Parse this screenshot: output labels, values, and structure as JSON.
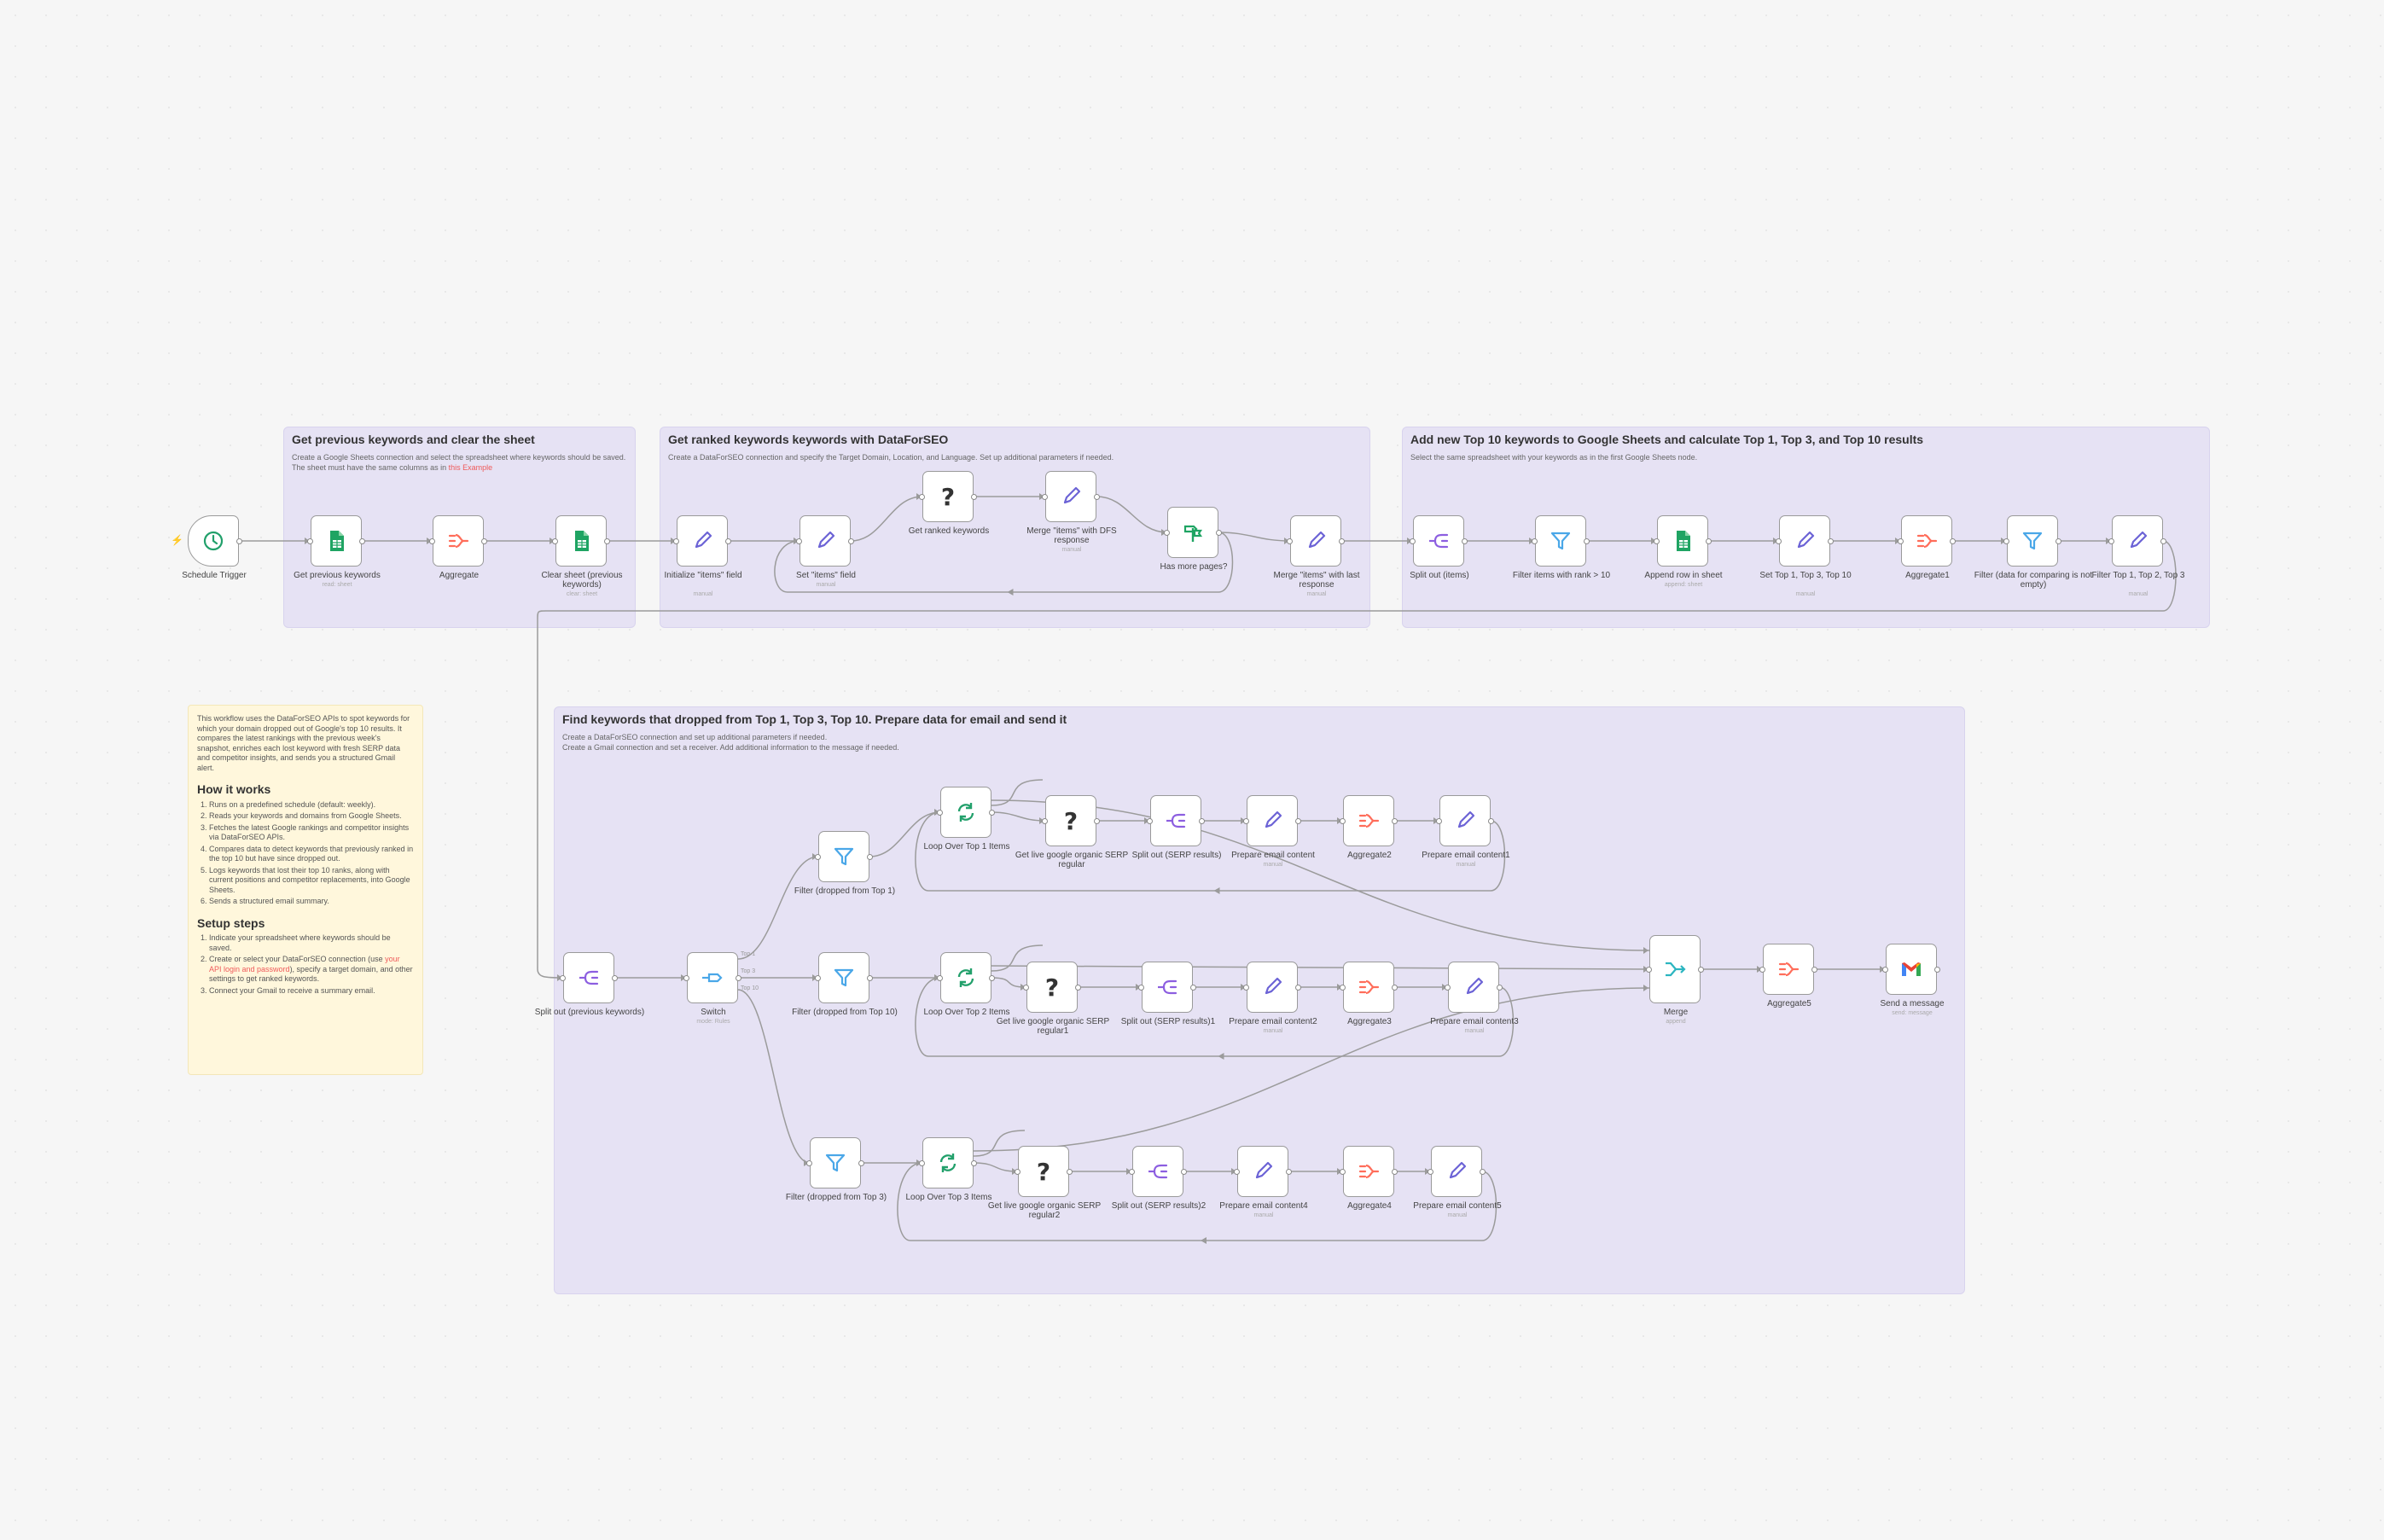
{
  "groups": [
    {
      "id": "g1",
      "title": "Get previous keywords and clear the sheet",
      "desc": "Create a Google Sheets connection and select the spreadsheet where keywords should be saved. The sheet must have the same columns as in ",
      "desc_link": "this Example"
    },
    {
      "id": "g2",
      "title": "Get ranked keywords keywords with DataForSEO",
      "desc": "Create a DataForSEO connection and specify the Target Domain, Location, and Language. Set up additional parameters if needed.",
      "desc_link": ""
    },
    {
      "id": "g3",
      "title": "Add new Top 10 keywords to Google Sheets and calculate Top 1, Top 3, and Top 10 results",
      "desc": "Select the same spreadsheet with your keywords as in the first Google Sheets node.",
      "desc_link": ""
    },
    {
      "id": "g4",
      "title": "Find keywords that dropped from Top 1, Top 3, Top 10. Prepare data for email and send it",
      "desc": "Create a DataForSEO connection and set up additional parameters if needed.\nCreate a Gmail connection and set a receiver. Add additional information to the message if needed.",
      "desc_link": ""
    }
  ],
  "nodes": [
    {
      "id": "n_sched",
      "label": "Schedule Trigger",
      "sub": "",
      "icon": "clock-icon"
    },
    {
      "id": "n_getprev",
      "label": "Get previous keywords",
      "sub": "read: sheet",
      "icon": "google-sheets-icon"
    },
    {
      "id": "n_agg0",
      "label": "Aggregate",
      "sub": "",
      "icon": "aggregate-icon"
    },
    {
      "id": "n_clear",
      "label": "Clear sheet (previous keywords)",
      "sub": "clear: sheet",
      "icon": "google-sheets-icon"
    },
    {
      "id": "n_init",
      "label": "Initialize \"items\" field",
      "sub": "manual",
      "icon": "pencil-icon"
    },
    {
      "id": "n_setitems",
      "label": "Set \"items\" field",
      "sub": "manual",
      "icon": "pencil-icon"
    },
    {
      "id": "n_getranked",
      "label": "Get ranked keywords",
      "sub": "",
      "icon": "question-icon"
    },
    {
      "id": "n_mergedfs",
      "label": "Merge \"items\" with DFS response",
      "sub": "manual",
      "icon": "pencil-icon"
    },
    {
      "id": "n_hasmore",
      "label": "Has more pages?",
      "sub": "",
      "icon": "if-icon"
    },
    {
      "id": "n_mergelast",
      "label": "Merge \"items\" with last response",
      "sub": "manual",
      "icon": "pencil-icon"
    },
    {
      "id": "n_splititems",
      "label": "Split out (items)",
      "sub": "",
      "icon": "split-icon"
    },
    {
      "id": "n_filter10",
      "label": "Filter items with rank > 10",
      "sub": "",
      "icon": "filter-icon"
    },
    {
      "id": "n_append",
      "label": "Append row in sheet",
      "sub": "append: sheet",
      "icon": "google-sheets-icon"
    },
    {
      "id": "n_settop",
      "label": "Set Top 1, Top 3, Top 10",
      "sub": "manual",
      "icon": "pencil-icon"
    },
    {
      "id": "n_agg1",
      "label": "Aggregate1",
      "sub": "",
      "icon": "aggregate-icon"
    },
    {
      "id": "n_filterdata",
      "label": "Filter (data for comparing is not empty)",
      "sub": "",
      "icon": "filter-icon"
    },
    {
      "id": "n_filtertop",
      "label": "Filter Top 1, Top 2, Top 3",
      "sub": "manual",
      "icon": "pencil-icon"
    },
    {
      "id": "n_splitprev",
      "label": "Split out (previous keywords)",
      "sub": "",
      "icon": "split-icon"
    },
    {
      "id": "n_switch",
      "label": "Switch",
      "sub": "mode: Rules",
      "icon": "switch-icon"
    },
    {
      "id": "n_fd1",
      "label": "Filter (dropped from Top 1)",
      "sub": "",
      "icon": "filter-icon"
    },
    {
      "id": "n_fd10",
      "label": "Filter (dropped from Top 10)",
      "sub": "",
      "icon": "filter-icon"
    },
    {
      "id": "n_fd3",
      "label": "Filter (dropped from Top 3)",
      "sub": "",
      "icon": "filter-icon"
    },
    {
      "id": "n_loop1",
      "label": "Loop Over Top 1 Items",
      "sub": "",
      "icon": "loop-icon"
    },
    {
      "id": "n_loop2",
      "label": "Loop Over Top 2 Items",
      "sub": "",
      "icon": "loop-icon"
    },
    {
      "id": "n_loop3",
      "label": "Loop Over Top 3 Items",
      "sub": "",
      "icon": "loop-icon"
    },
    {
      "id": "n_serp0",
      "label": "Get live google organic SERP regular",
      "sub": "",
      "icon": "question-icon"
    },
    {
      "id": "n_serp1",
      "label": "Get live google organic SERP regular1",
      "sub": "",
      "icon": "question-icon"
    },
    {
      "id": "n_serp2",
      "label": "Get live google organic SERP regular2",
      "sub": "",
      "icon": "question-icon"
    },
    {
      "id": "n_splitserp0",
      "label": "Split out (SERP results)",
      "sub": "",
      "icon": "split-icon"
    },
    {
      "id": "n_splitserp1",
      "label": "Split out (SERP results)1",
      "sub": "",
      "icon": "split-icon"
    },
    {
      "id": "n_splitserp2",
      "label": "Split out (SERP results)2",
      "sub": "",
      "icon": "split-icon"
    },
    {
      "id": "n_prep0",
      "label": "Prepare email content",
      "sub": "manual",
      "icon": "pencil-icon"
    },
    {
      "id": "n_prep2",
      "label": "Prepare email content2",
      "sub": "manual",
      "icon": "pencil-icon"
    },
    {
      "id": "n_prep4",
      "label": "Prepare email content4",
      "sub": "manual",
      "icon": "pencil-icon"
    },
    {
      "id": "n_agg2",
      "label": "Aggregate2",
      "sub": "",
      "icon": "aggregate-icon"
    },
    {
      "id": "n_agg3",
      "label": "Aggregate3",
      "sub": "",
      "icon": "aggregate-icon"
    },
    {
      "id": "n_agg4",
      "label": "Aggregate4",
      "sub": "",
      "icon": "aggregate-icon"
    },
    {
      "id": "n_prep1",
      "label": "Prepare email content1",
      "sub": "manual",
      "icon": "pencil-icon"
    },
    {
      "id": "n_prep3",
      "label": "Prepare email content3",
      "sub": "manual",
      "icon": "pencil-icon"
    },
    {
      "id": "n_prep5",
      "label": "Prepare email content5",
      "sub": "manual",
      "icon": "pencil-icon"
    },
    {
      "id": "n_merge",
      "label": "Merge",
      "sub": "append",
      "icon": "merge-icon"
    },
    {
      "id": "n_agg5",
      "label": "Aggregate5",
      "sub": "",
      "icon": "aggregate-icon"
    },
    {
      "id": "n_gmail",
      "label": "Send a message",
      "sub": "send: message",
      "icon": "gmail-icon"
    }
  ],
  "switch_outputs": [
    "Top 1",
    "Top 3",
    "Top 10"
  ],
  "sticky": {
    "intro": "This workflow uses the DataForSEO APIs to spot keywords for which your domain dropped out of Google's top 10 results. It compares the latest rankings with the previous week's snapshot, enriches each lost keyword with fresh SERP data and competitor insights, and sends you a structured Gmail alert.",
    "how_title": "How it works",
    "how_steps": [
      "Runs on a predefined schedule (default: weekly).",
      "Reads your keywords and domains from Google Sheets.",
      "Fetches the latest Google rankings and competitor insights via DataForSEO APIs.",
      "Compares data to detect keywords that previously ranked in the top 10 but have since dropped out.",
      "Logs keywords that lost their top 10 ranks, along with current positions and competitor replacements, into Google Sheets.",
      "Sends a structured email summary."
    ],
    "setup_title": "Setup steps",
    "setup_1": "Indicate your spreadsheet where keywords should be saved.",
    "setup_2_pre": "Create or select your DataForSEO connection (use ",
    "setup_2_link": "your API login and password",
    "setup_2_post": "), specify a target domain, and other settings to get ranked keywords.",
    "setup_3": "Connect your Gmail to receive a summary email."
  },
  "colors": {
    "group_bg": "#e6e2f4",
    "sticky_bg": "#fff7dc",
    "pencil": "#6c63d6",
    "sheets": "#1fa463",
    "aggregate": "#ff6d5a",
    "filter": "#4aa7e8",
    "split": "#8c5ee0",
    "loop": "#22a06b",
    "merge": "#2bb5c0",
    "if_node": "#1fa463",
    "link_red": "#ef5a5a"
  }
}
